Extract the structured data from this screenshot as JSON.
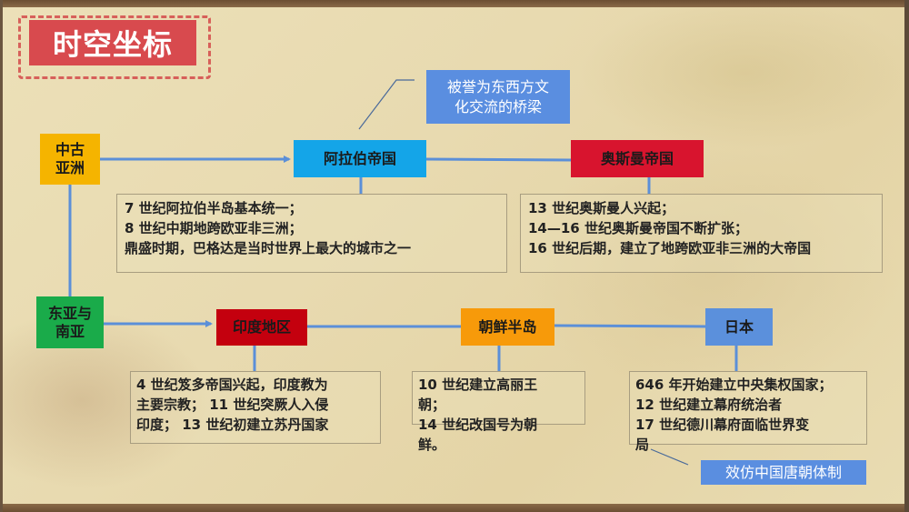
{
  "title": "时空坐标",
  "colors": {
    "connector": "#5b8fd8",
    "stamp_red": "#d84a4e",
    "callout_blue": "#5a8ee0"
  },
  "regions": {
    "medieval_asia": {
      "label_line1": "中古",
      "label_line2": "亚洲",
      "color": "#f5b400"
    },
    "east_south_asia": {
      "label_line1": "东亚与",
      "label_line2": "南亚",
      "color": "#1aab4a"
    }
  },
  "nodes": {
    "arab": {
      "label": "阿拉伯帝国",
      "color": "#14a5e8",
      "details": [
        "7 世纪阿拉伯半岛基本统一；",
        "8 世纪中期地跨欧亚非三洲；",
        "鼎盛时期，巴格达是当时世界上最大的城市之一"
      ],
      "callout_line1": "被誉为东西方文",
      "callout_line2": "化交流的桥梁"
    },
    "ottoman": {
      "label": "奥斯曼帝国",
      "color": "#d8142e",
      "details": [
        "13 世纪奥斯曼人兴起；",
        "14—16 世纪奥斯曼帝国不断扩张；",
        "16 世纪后期，建立了地跨欧亚非三洲的大帝国"
      ]
    },
    "india": {
      "label": "印度地区",
      "color": "#c4000e",
      "details": [
        "4 世纪笈多帝国兴起，印度教为",
        "主要宗教； 11 世纪突厥人入侵",
        "印度； 13 世纪初建立苏丹国家"
      ]
    },
    "korea": {
      "label": "朝鲜半岛",
      "color": "#f79a0a",
      "details": [
        "10 世纪建立高丽王",
        "朝；",
        "14 世纪改国号为朝",
        "鲜。"
      ]
    },
    "japan": {
      "label": "日本",
      "color": "#5b90dc",
      "details": [
        "646 年开始建立中央集权国家；",
        "12 世纪建立幕府统治者",
        "17 世纪德川幕府面临世界变",
        "局"
      ],
      "callout": "效仿中国唐朝体制"
    }
  }
}
